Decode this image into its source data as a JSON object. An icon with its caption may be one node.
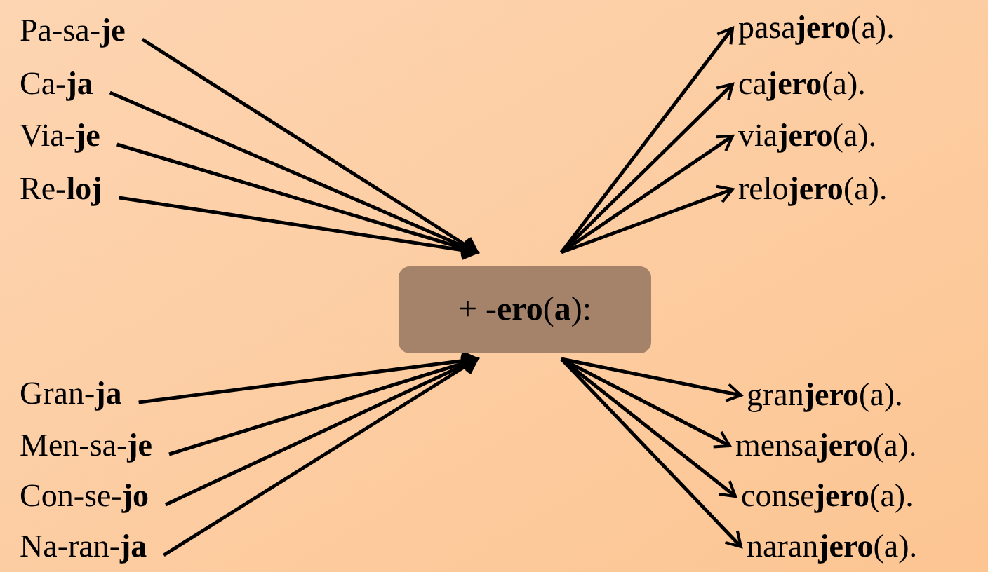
{
  "diagram": {
    "nodes": [
      {
        "text": [
          "Pa-sa-**je**"
        ]
      },
      {
        "text": [
          "Ca-**ja**"
        ]
      },
      {
        "text": [
          "Via-**je**"
        ]
      },
      {
        "text": [
          "Re-**loj**"
        ]
      },
      {
        "text": [
          "pasa**jero**(a)."
        ]
      },
      {
        "text": [
          "ca**jero**(a)."
        ]
      },
      {
        "text": [
          "via**jero**(a)."
        ]
      },
      {
        "text": [
          "relo**jero**(a)."
        ]
      },
      {
        "text": [
          "+ **-ero**(**a**):"
        ]
      },
      {
        "text": [
          "Gran**-ja**"
        ]
      },
      {
        "text": [
          "Men-sa-**je**"
        ]
      },
      {
        "text": [
          "Con-se-**jo**"
        ]
      },
      {
        "text": [
          "Na-ran-**ja**"
        ]
      },
      {
        "text": [
          "gran**jero**(a)."
        ]
      },
      {
        "text": [
          "mensa**jero**(a)."
        ]
      },
      {
        "text": [
          "conse**jero**(a)."
        ]
      },
      {
        "text": [
          "naran**jero**(a)."
        ]
      }
    ],
    "edges": [
      {
        "from": 0,
        "to": 8,
        "arrow": "to"
      },
      {
        "from": 1,
        "to": 8,
        "arrow": "to"
      },
      {
        "from": 2,
        "to": 8,
        "arrow": "to"
      },
      {
        "from": 3,
        "to": 8,
        "arrow": "to"
      },
      {
        "from": 8,
        "to": 4,
        "arrow": "to"
      },
      {
        "from": 8,
        "to": 5,
        "arrow": "to"
      },
      {
        "from": 8,
        "to": 6,
        "arrow": "to"
      },
      {
        "from": 8,
        "to": 7,
        "arrow": "to"
      },
      {
        "from": 9,
        "to": 8,
        "arrow": "to"
      },
      {
        "from": 10,
        "to": 8,
        "arrow": "to"
      },
      {
        "from": 11,
        "to": 8,
        "arrow": "to"
      },
      {
        "from": 12,
        "to": 8,
        "arrow": "to"
      },
      {
        "from": 8,
        "to": 13,
        "arrow": "to"
      },
      {
        "from": 8,
        "to": 14,
        "arrow": "to"
      },
      {
        "from": 8,
        "to": 15,
        "arrow": "to"
      },
      {
        "from": 8,
        "to": 16,
        "arrow": "to"
      }
    ]
  }
}
